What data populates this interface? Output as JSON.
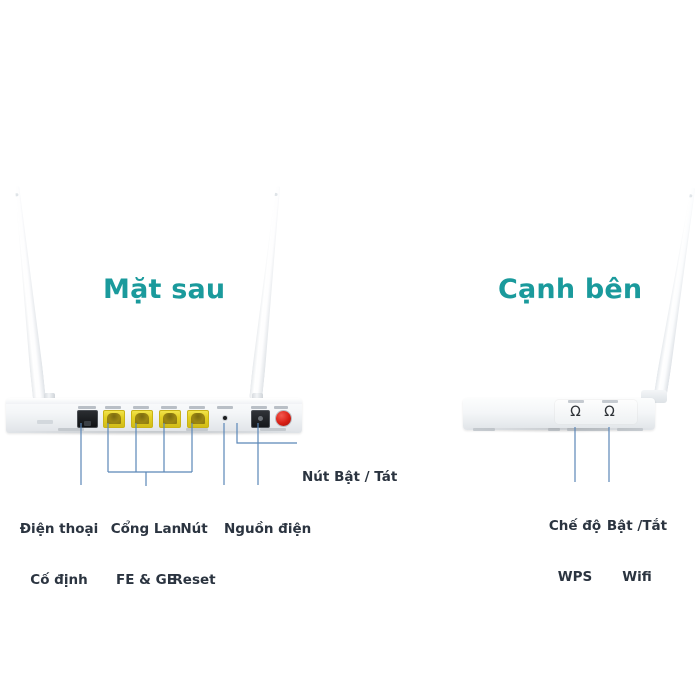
{
  "page": {
    "background": "#ffffff",
    "heading_color": "#1a9a9c",
    "label_color": "#2b3440",
    "leader_color": "#5b87b8"
  },
  "sections": {
    "rear": {
      "heading": "Mặt sau",
      "device_name": "wifi-router-rear-view",
      "labels": [
        {
          "id": "phone-port",
          "line1": "Điện thoại",
          "line2": "Cố định"
        },
        {
          "id": "lan-ports",
          "line1": "Cổng Lan",
          "line2": "FE & GE"
        },
        {
          "id": "reset-button",
          "line1": "Nút",
          "line2": "Reset"
        },
        {
          "id": "power-jack",
          "line1": "Nguồn điện",
          "line2": ""
        },
        {
          "id": "power-switch",
          "line1": "Nút Bật / Tát",
          "line2": ""
        }
      ],
      "ports": {
        "phone": {
          "name": "phone-rj11-port",
          "color": "#15171a"
        },
        "lan": {
          "name": "lan-ethernet-port",
          "count": 4,
          "color": "#e3cf22"
        },
        "reset": {
          "name": "reset-pinhole",
          "color": "#1b1d20"
        },
        "power_jack": {
          "name": "dc-power-jack",
          "color": "#15171a"
        },
        "power_button": {
          "name": "power-on-off-button",
          "color": "#d81f15"
        }
      },
      "antennas": 2
    },
    "side": {
      "heading": "Cạnh bên",
      "device_name": "wifi-router-side-view",
      "labels": [
        {
          "id": "wps-button",
          "line1": "Chế độ",
          "line2": "WPS"
        },
        {
          "id": "wifi-button",
          "line1": "Bật /Tắt",
          "line2": "Wifi"
        }
      ],
      "buttons": [
        {
          "name": "wps-mode-button",
          "glyph": "Ω"
        },
        {
          "name": "wifi-toggle-button",
          "glyph": "Ω"
        }
      ],
      "antennas": 1
    }
  }
}
